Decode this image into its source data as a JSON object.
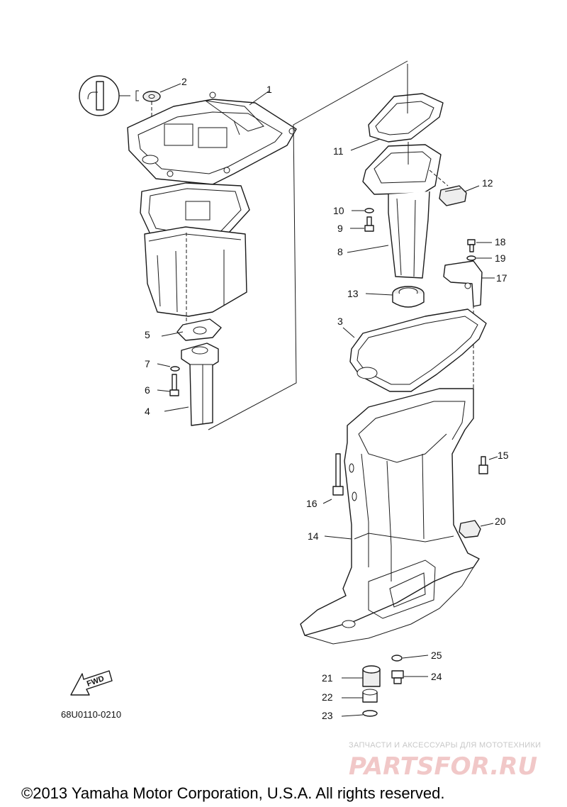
{
  "diagram": {
    "callouts": [
      "1",
      "2",
      "3",
      "4",
      "5",
      "6",
      "7",
      "8",
      "9",
      "10",
      "11",
      "12",
      "13",
      "14",
      "15",
      "16",
      "17",
      "18",
      "19",
      "20",
      "21",
      "22",
      "23",
      "24",
      "25"
    ],
    "fwd_label": "FWD",
    "catalog_code": "68U0110-0210",
    "copyright": "©2013 Yamaha Motor Corporation, U.S.A. All rights reserved.",
    "watermark": {
      "line": "ЗАПЧАСТИ И АКСЕССУАРЫ ДЛЯ МОТОТЕХНИКИ",
      "brand": "PARTSFOR.RU"
    },
    "colors": {
      "line": "#1a1a1a",
      "watermark_brand": "#f1c8c8",
      "watermark_text": "#c8c8c8"
    }
  }
}
